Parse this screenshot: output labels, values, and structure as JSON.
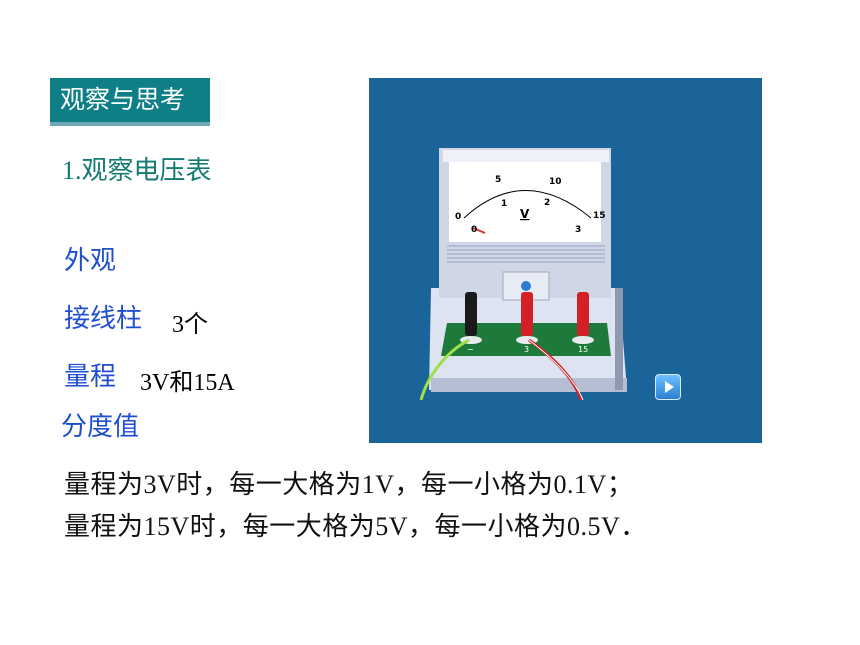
{
  "tag": {
    "label": "观察与思考"
  },
  "subtitle": "1.观察电压表",
  "items": [
    {
      "label": "外观",
      "value": ""
    },
    {
      "label": "接线柱",
      "value": "3个"
    },
    {
      "label": "量程",
      "value": "3V和15A"
    },
    {
      "label": "分度值",
      "value": ""
    }
  ],
  "lines": [
    "量程为3V时，每一大格为1V，每一小格为0.1V；",
    "量程为15V时，每一大格为5V，每一小格为0.5V．"
  ],
  "meter": {
    "unit": "V",
    "scale_top": [
      "0",
      "5",
      "10",
      "15"
    ],
    "scale_bottom": [
      "0",
      "1",
      "2",
      "3"
    ],
    "terminals": [
      "−",
      "3",
      "15"
    ]
  }
}
